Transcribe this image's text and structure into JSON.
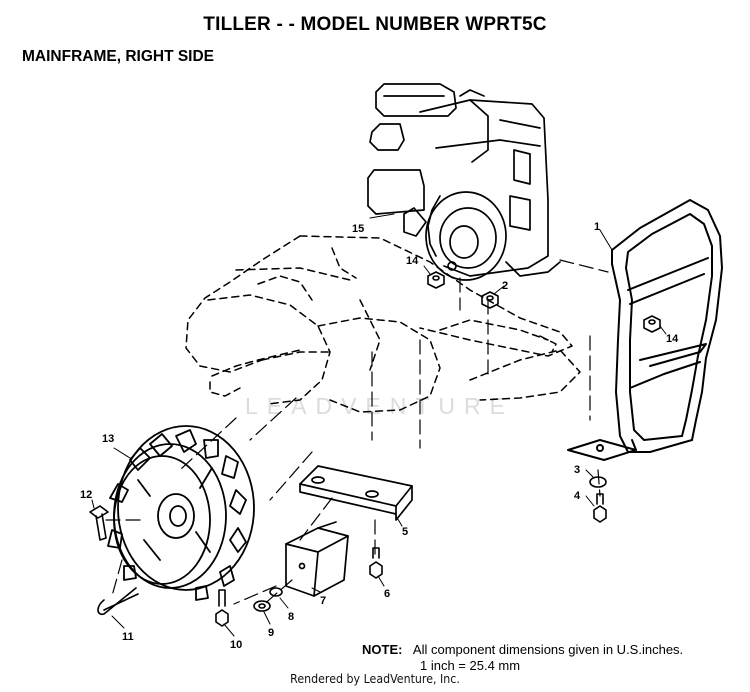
{
  "header": {
    "title": "TILLER - - MODEL NUMBER WPRT5C",
    "subtitle": "MAINFRAME, RIGHT SIDE"
  },
  "callouts": {
    "c1": "1",
    "c2": "2",
    "c3": "3",
    "c4": "4",
    "c5": "5",
    "c6": "6",
    "c7": "7",
    "c8": "8",
    "c9": "9",
    "c10": "10",
    "c11": "11",
    "c12": "12",
    "c13": "13",
    "c14a": "14",
    "c14b": "14",
    "c15": "15"
  },
  "note": {
    "label": "NOTE:",
    "line1": "All component dimensions given in U.S.inches.",
    "line2": "1 inch = 25.4 mm"
  },
  "watermark": "LEADVENTURE",
  "footer": "Rendered by LeadVenture, Inc."
}
